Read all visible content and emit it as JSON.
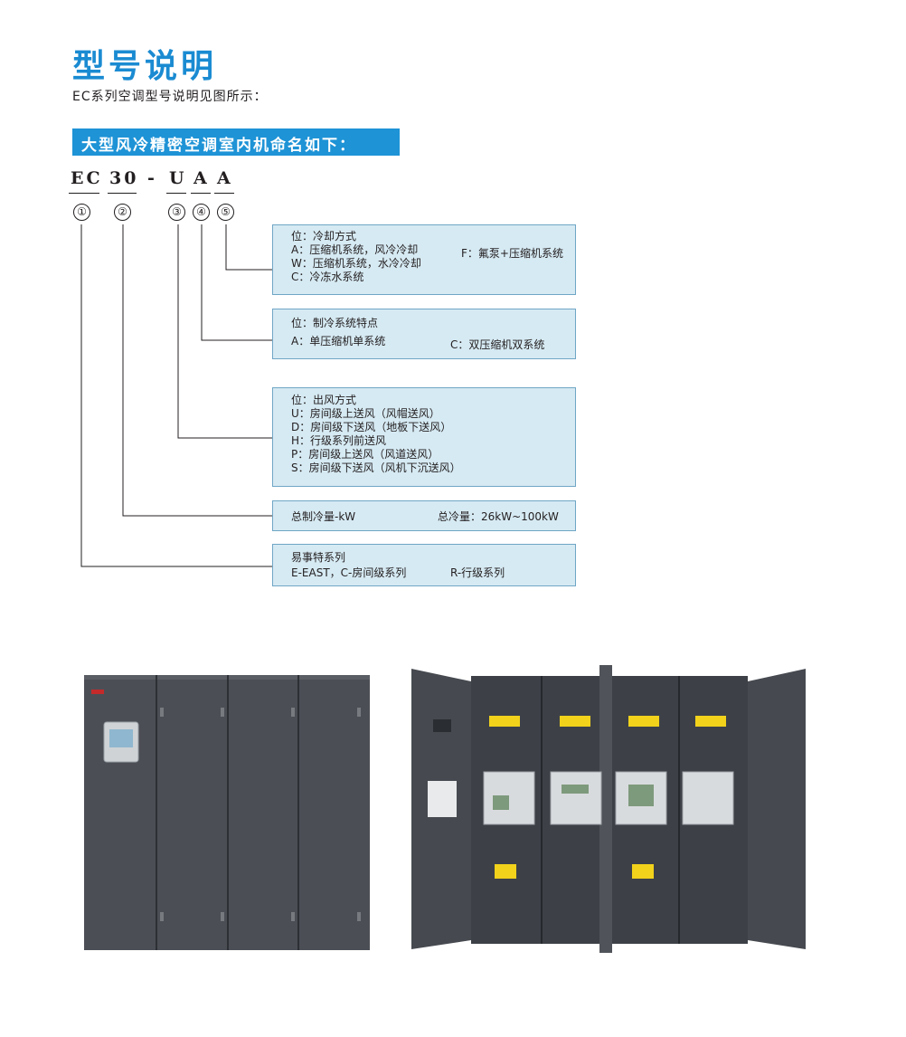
{
  "title": "型号说明",
  "subtitle": "EC系列空调型号说明见图所示：",
  "banner": "大型风冷精密空调室内机命名如下：",
  "code": [
    "EC",
    "30",
    "-",
    "U",
    "A",
    "A"
  ],
  "circles": [
    "①",
    "②",
    "③",
    "④",
    "⑤"
  ],
  "boxes": {
    "cooling": {
      "title": "位：冷却方式",
      "lines": [
        "A：压缩机系统，风冷冷却",
        "W：压缩机系统，水冷冷却",
        "C：冷冻水系统"
      ],
      "right": "F：氟泵+压缩机系统"
    },
    "refrigeration": {
      "title": "位：制冷系统特点",
      "left": "A：单压缩机单系统",
      "right": "C：双压缩机双系统"
    },
    "airflow": {
      "title": "位：出风方式",
      "lines": [
        "U：房间级上送风（风帽送风）",
        "D：房间级下送风（地板下送风）",
        "H：行级系列前送风",
        "P：房间级上送风（风道送风）",
        "S：房间级下送风（风机下沉送风）"
      ]
    },
    "capacity": {
      "left": "总制冷量-kW",
      "right": "总冷量：26kW~100kW"
    },
    "series": {
      "title": "易事特系列",
      "line": "E-EAST，C-房间级系列",
      "right": "R-行级系列"
    }
  },
  "colors": {
    "accent": "#1a8bd2",
    "banner": "#1e93d6",
    "box_fill": "#d6eaf3",
    "box_border": "#6fa6c5",
    "cabinet": "#4b4f55",
    "warning": "#f2d21b"
  }
}
